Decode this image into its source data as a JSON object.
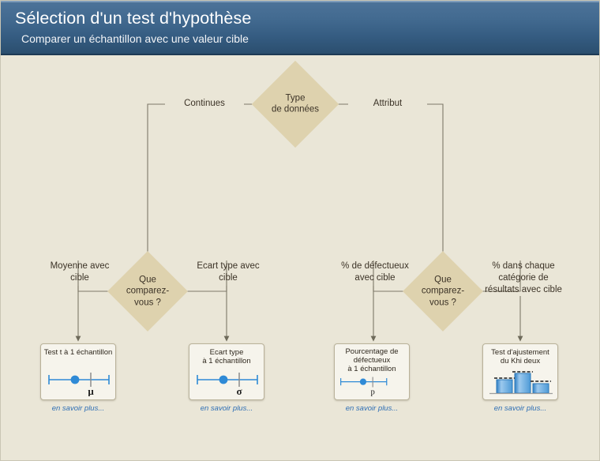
{
  "header": {
    "title": "Sélection d'un test d'hypothèse",
    "subtitle": "Comparer un échantillon avec une valeur cible",
    "gradient_top": "#4d7399",
    "gradient_bottom": "#2b4e6e"
  },
  "colors": {
    "canvas_bg": "#eae6d7",
    "diamond_fill": "#ded2ae",
    "connector": "#7d7868",
    "card_bg": "#f6f4ec",
    "card_border": "#b9b29a",
    "link_blue": "#2f6fb5",
    "icon_blue": "#2f8ad6",
    "text_dark": "#3b3226"
  },
  "nodes": {
    "root": {
      "label": "Type\nde données"
    },
    "decision_left": {
      "label": "Que\ncomparez-\nvous ?"
    },
    "decision_right": {
      "label": "Que\ncomparez-\nvous ?"
    }
  },
  "edge_labels": {
    "continues": "Continues",
    "attribut": "Attribut",
    "moyenne_cible": "Moyenne avec\ncible",
    "ecart_type_cible": "Ecart type avec\ncible",
    "pct_defectueux": "% de défectueux\navec cible",
    "pct_categorie": "% dans chaque\ncatégorie de\nrésultats avec cible"
  },
  "cards": [
    {
      "title": "Test t à 1 échantillon",
      "icon": "interval-dot-mu-icon",
      "symbol": "μ",
      "link": "en savoir plus..."
    },
    {
      "title": "Ecart type\nà 1 échantillon",
      "icon": "interval-dot-sigma-icon",
      "symbol": "σ",
      "link": "en savoir plus..."
    },
    {
      "title": "Pourcentage de\ndéfectueux\nà 1 échantillon",
      "icon": "interval-dot-p-icon",
      "symbol": "p",
      "link": "en savoir plus..."
    },
    {
      "title": "Test d'ajustement\ndu Khi deux",
      "icon": "bar-chart-icon",
      "symbol": "",
      "link": "en savoir plus..."
    }
  ]
}
